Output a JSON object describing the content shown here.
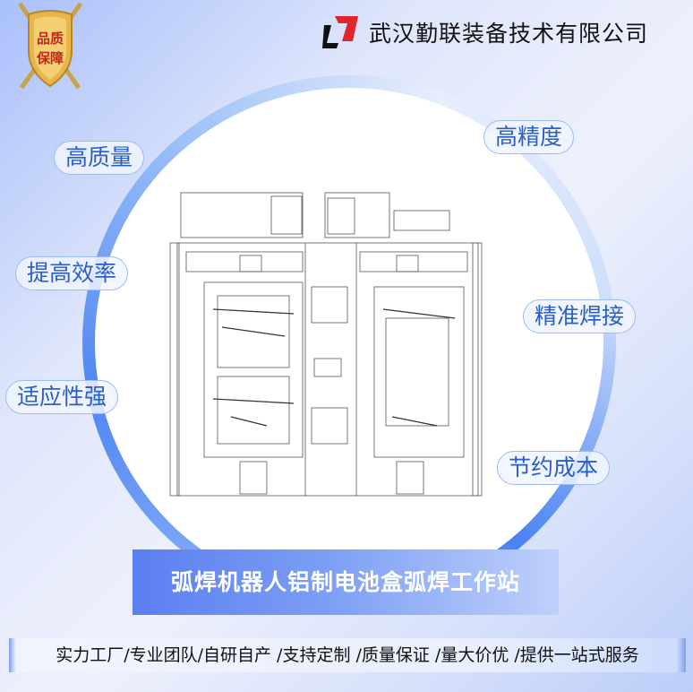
{
  "badge": {
    "line1": "品质",
    "line2": "保障"
  },
  "company": {
    "name": "武汉勤联装备技术有限公司"
  },
  "features": [
    "高质量",
    "高精度",
    "提高效率",
    "精准焊接",
    "适应性强",
    "节约成本"
  ],
  "title": "弧焊机器人铝制电池盒弧焊工作站",
  "services": "实力工厂/专业团队/自研自产 /支持定制 /质量保证 /量大价优 /提供一站式服务",
  "colors": {
    "accent": "#4f86f3",
    "pill_text": "#2a5fc9",
    "logo_red": "#e0262b"
  }
}
